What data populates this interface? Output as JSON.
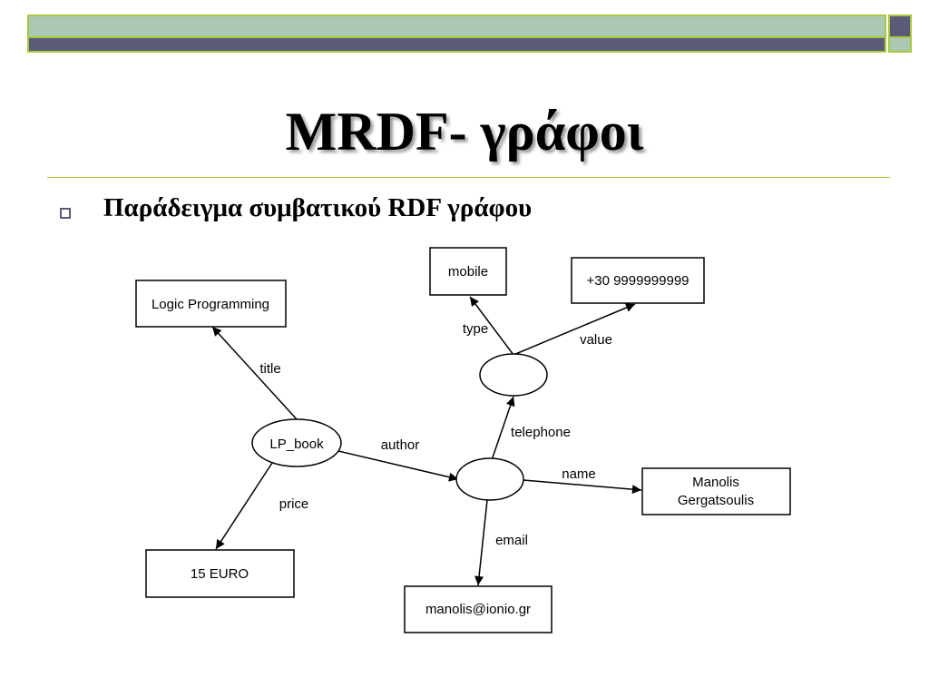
{
  "title": "MRDF- γράφοι",
  "bullet": "Παράδειγμα συμβατικού RDF γράφου",
  "nodes": {
    "logic_programming": "Logic Programming",
    "mobile": "mobile",
    "phone_number": "+30 9999999999",
    "lp_book": "LP_book",
    "manolis_line1": "Manolis",
    "manolis_line2": "Gergatsoulis",
    "price_value": "15 EURO",
    "email_value": "manolis@ionio.gr"
  },
  "edges": {
    "title": "title",
    "type": "type",
    "value": "value",
    "telephone": "telephone",
    "author": "author",
    "name": "name",
    "price": "price",
    "email": "email"
  }
}
